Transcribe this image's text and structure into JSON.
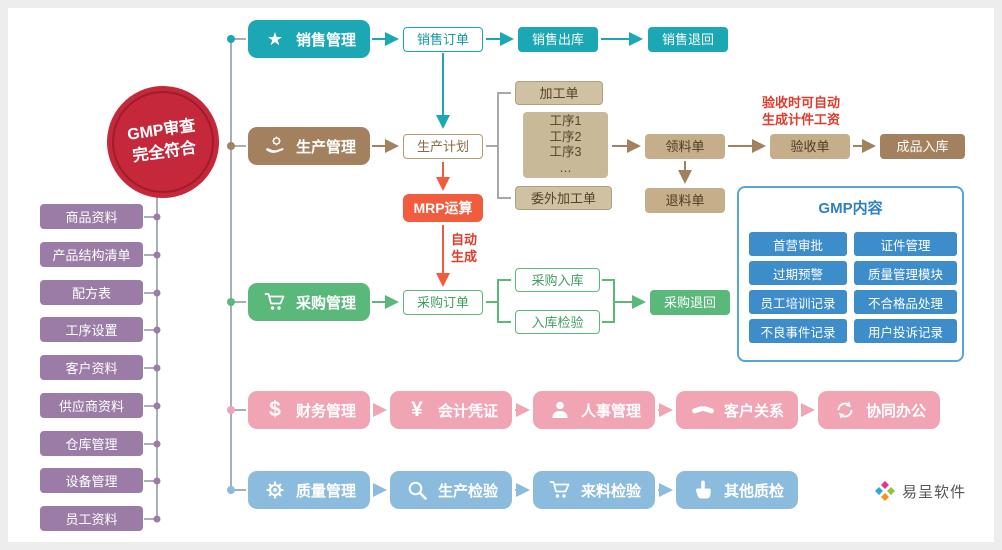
{
  "badge": {
    "line1": "GMP审查",
    "line2": "完全符合"
  },
  "left_menu": [
    "商品资料",
    "产品结构清单",
    "配方表",
    "工序设置",
    "客户资料",
    "供应商资料",
    "仓库管理",
    "设备管理",
    "员工资料"
  ],
  "sales": {
    "title": "销售管理",
    "icon": "star-icon",
    "order": "销售订单",
    "outbound": "销售出库",
    "return": "销售退回"
  },
  "production": {
    "title": "生产管理",
    "icon": "hand-gear-icon",
    "plan": "生产计划",
    "process_order": "加工单",
    "steps": [
      "工序1",
      "工序2",
      "工序3",
      "…"
    ],
    "outsource_order": "委外加工单",
    "requisition": "领料单",
    "material_return": "退料单",
    "acceptance": "验收单",
    "finished_in": "成品入库",
    "mrp": "MRP运算",
    "auto_line1": "自动",
    "auto_line2": "生成",
    "note_line1": "验收时可自动",
    "note_line2": "生成计件工资"
  },
  "purchase": {
    "title": "采购管理",
    "icon": "cart-icon",
    "order": "采购订单",
    "inbound": "采购入库",
    "inspection": "入库检验",
    "return": "采购退回"
  },
  "gmp_panel": {
    "title": "GMP内容",
    "left": [
      "首营审批",
      "过期预警",
      "员工培训记录",
      "不良事件记录"
    ],
    "right": [
      "证件管理",
      "质量管理模块",
      "不合格品处理",
      "用户投诉记录"
    ]
  },
  "finance_row": [
    {
      "label": "财务管理",
      "icon": "dollar-icon"
    },
    {
      "label": "会计凭证",
      "icon": "yuan-icon"
    },
    {
      "label": "人事管理",
      "icon": "person-icon"
    },
    {
      "label": "客户关系",
      "icon": "handshake-icon"
    },
    {
      "label": "协同办公",
      "icon": "sync-icon"
    }
  ],
  "quality_row": [
    {
      "label": "质量管理",
      "icon": "gear-icon"
    },
    {
      "label": "生产检验",
      "icon": "magnifier-icon"
    },
    {
      "label": "来料检验",
      "icon": "cart-icon"
    },
    {
      "label": "其他质检",
      "icon": "pointer-hand-icon"
    }
  ],
  "logo": {
    "text": "易呈软件"
  },
  "colors": {
    "teal": "#1ba7b3",
    "brown": "#a3815f",
    "tan": "#c6ae8a",
    "green": "#5bb87b",
    "badge_red": "#c5283a",
    "orange_red": "#f15b3e",
    "pink": "#f0a4b4",
    "blue": "#8cbcdd",
    "purple": "#9a7ca6",
    "gmp_blue": "#3d8dca"
  }
}
